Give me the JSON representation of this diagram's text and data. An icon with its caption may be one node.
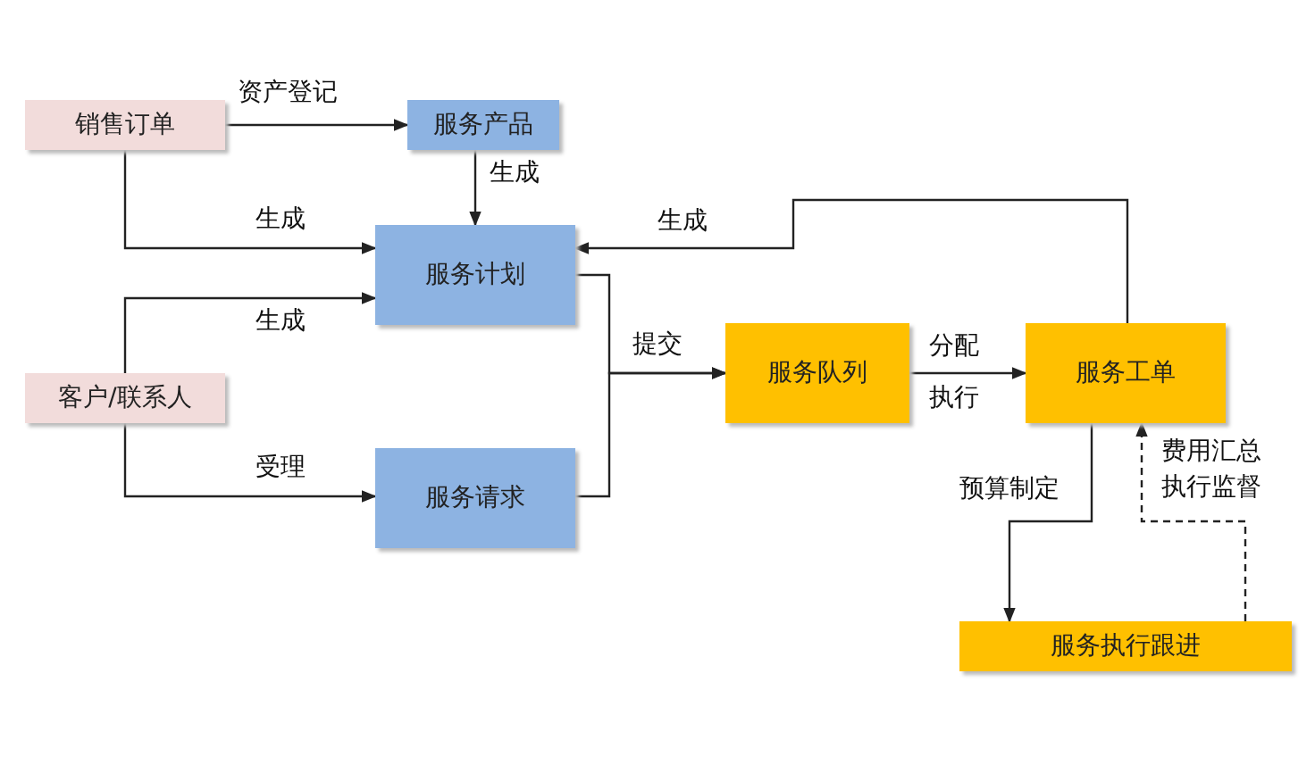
{
  "diagram": {
    "nodes": [
      {
        "text": [
          "销售订单"
        ]
      },
      {
        "text": [
          "服务产品"
        ]
      },
      {
        "text": [
          "服务计划"
        ]
      },
      {
        "text": [
          "客户/联系人"
        ]
      },
      {
        "text": [
          "服务请求"
        ]
      },
      {
        "text": [
          "服务队列"
        ]
      },
      {
        "text": [
          "服务工单"
        ]
      },
      {
        "text": [
          "服务执行跟进"
        ]
      }
    ],
    "edges": [
      {
        "from": 0,
        "to": 1,
        "arrow": "to",
        "label": "资产登记"
      },
      {
        "from": 1,
        "to": 2,
        "arrow": "to",
        "label": "生成"
      },
      {
        "from": 0,
        "to": 2,
        "arrow": "to",
        "label": "生成"
      },
      {
        "from": 3,
        "to": 2,
        "arrow": "to",
        "label": "生成"
      },
      {
        "from": 3,
        "to": 4,
        "arrow": "to",
        "label": "受理"
      },
      {
        "from": 2,
        "to": 5,
        "arrow": "to",
        "label": "提交"
      },
      {
        "from": 4,
        "to": 5,
        "arrow": "to"
      },
      {
        "from": 5,
        "to": 6,
        "arrow": "to",
        "label": "分配"
      },
      {
        "from": 6,
        "to": 2,
        "arrow": "to",
        "label": "生成"
      },
      {
        "from": 6,
        "to": 7,
        "arrow": "to",
        "label": "预算制定"
      },
      {
        "from": 7,
        "to": 6,
        "arrow": "to",
        "label": "费用汇总执行监督",
        "style": "dashed"
      }
    ],
    "labels": [
      "执行"
    ]
  }
}
